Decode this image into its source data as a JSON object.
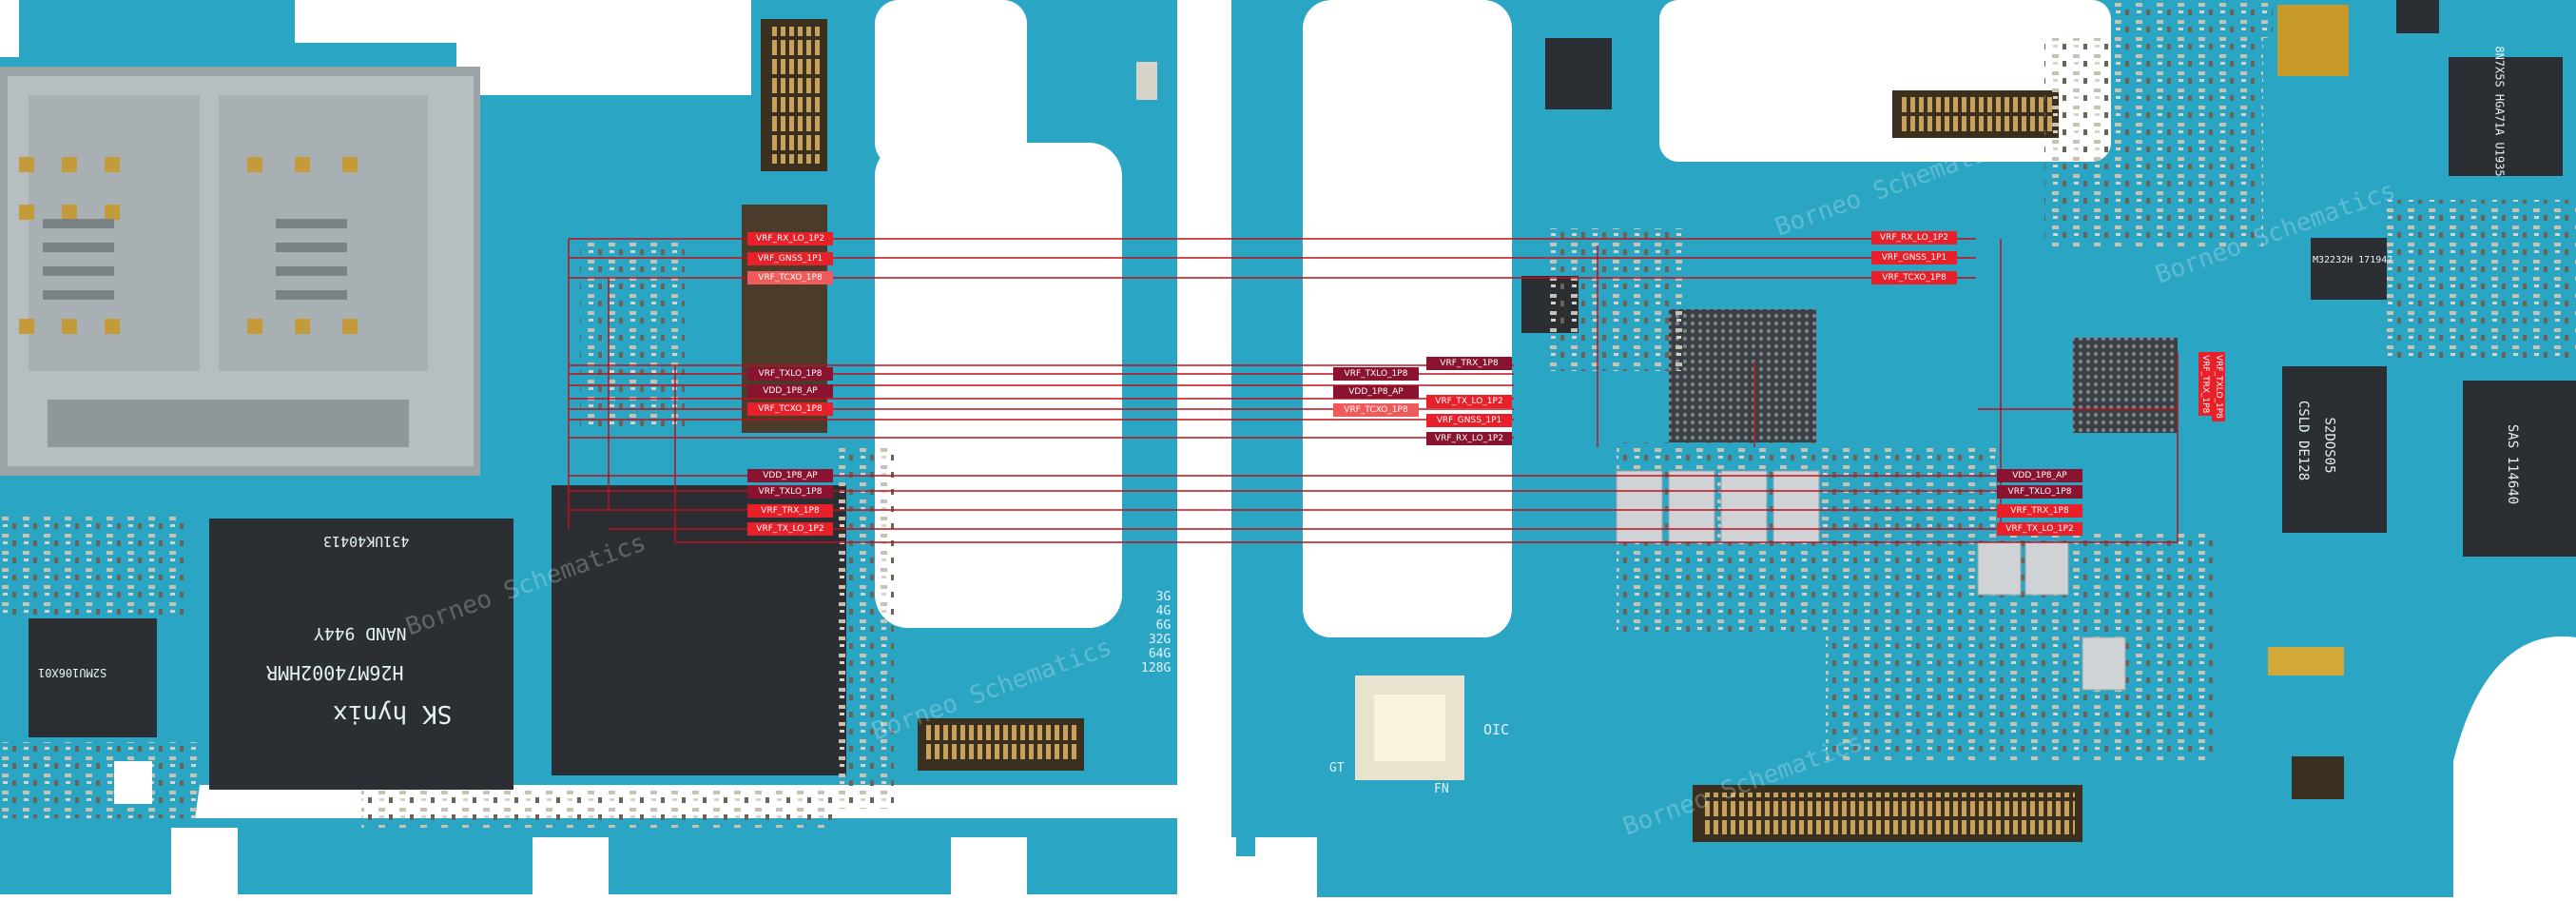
{
  "colors": {
    "pcb": "#2aa5c4",
    "pcb_dark": "#1d8aa8",
    "chip": "#2b2f33",
    "connector": "#b08a4a",
    "trace": "#c0101c",
    "tag_red": "#e8202a",
    "tag_maroon": "#8a1430"
  },
  "left_labels": [
    {
      "text": "VRF_RX_LO_1P2",
      "style": "red"
    },
    {
      "text": "VRF_GNSS_1P1",
      "style": "red"
    },
    {
      "text": "VRF_TCXO_1P8",
      "style": "pink"
    },
    {
      "text": "VRF_TXLO_1P8",
      "style": "maroon"
    },
    {
      "text": "VDD_1P8_AP",
      "style": "maroon"
    },
    {
      "text": "VRF_TCXO_1P8",
      "style": "red"
    },
    {
      "text": "VDD_1P8_AP",
      "style": "maroon"
    },
    {
      "text": "VRF_TXLO_1P8",
      "style": "maroon"
    },
    {
      "text": "VRF_TRX_1P8",
      "style": "red"
    },
    {
      "text": "VRF_TX_LO_1P2",
      "style": "red"
    }
  ],
  "middle_labels": [
    {
      "text": "VRF_TRX_1P8",
      "style": "maroon"
    },
    {
      "text": "VRF_TXLO_1P8",
      "style": "maroon"
    },
    {
      "text": "VDD_1P8_AP",
      "style": "maroon"
    },
    {
      "text": "VRF_TX_LO_1P2",
      "style": "red"
    },
    {
      "text": "VRF_TCXO_1P8",
      "style": "pink"
    },
    {
      "text": "VRF_GNSS_1P1",
      "style": "red"
    },
    {
      "text": "VRF_RX_LO_1P2",
      "style": "maroon"
    }
  ],
  "right_labels": [
    {
      "text": "VRF_RX_LO_1P2",
      "style": "red"
    },
    {
      "text": "VRF_GNSS_1P1",
      "style": "red"
    },
    {
      "text": "VRF_TCXO_1P8",
      "style": "red"
    },
    {
      "text": "VDD_1P8_AP",
      "style": "maroon"
    },
    {
      "text": "VRF_TXLO_1P8",
      "style": "maroon"
    },
    {
      "text": "VRF_TRX_1P8",
      "style": "red"
    },
    {
      "text": "VRF_TX_LO_1P2",
      "style": "red"
    }
  ],
  "vertical_labels": [
    {
      "text": "VRF_TRX_1P8",
      "style": "red"
    },
    {
      "text": "VRF_TXLO_1P8",
      "style": "red"
    }
  ],
  "silkscreen": {
    "nand_line1": "SK hynix",
    "nand_line2": "H26M74002HMR",
    "nand_line3": "NAND  944Y",
    "nand_line4": "431UK40413",
    "pmic_left": "S2MU106X01",
    "mem_variants": [
      "3G",
      "4G",
      "6G",
      "32G",
      "64G",
      "128G"
    ],
    "board_marks": [
      "GT",
      "FN",
      "OIC"
    ],
    "right_chip_a": "S2DOS05",
    "right_chip_b": "CSLD  DE128",
    "right_chip_c": "SAS  114640",
    "top_chip": "8N7X5S  HGA71A  U1935",
    "small_chip": "M32232H  171947"
  },
  "watermark": "Borneo Schematics"
}
